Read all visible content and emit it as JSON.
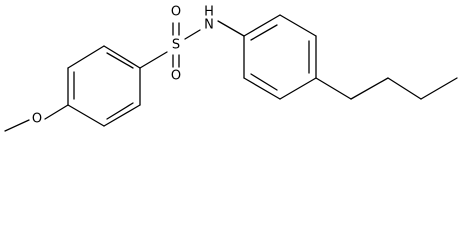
{
  "molecule": {
    "atoms": {
      "methoxy_o": "O",
      "sulfur": "S",
      "sulfonyl_o_top": "O",
      "sulfonyl_o_bottom": "O",
      "amine_n": "N",
      "amine_h": "H"
    }
  }
}
